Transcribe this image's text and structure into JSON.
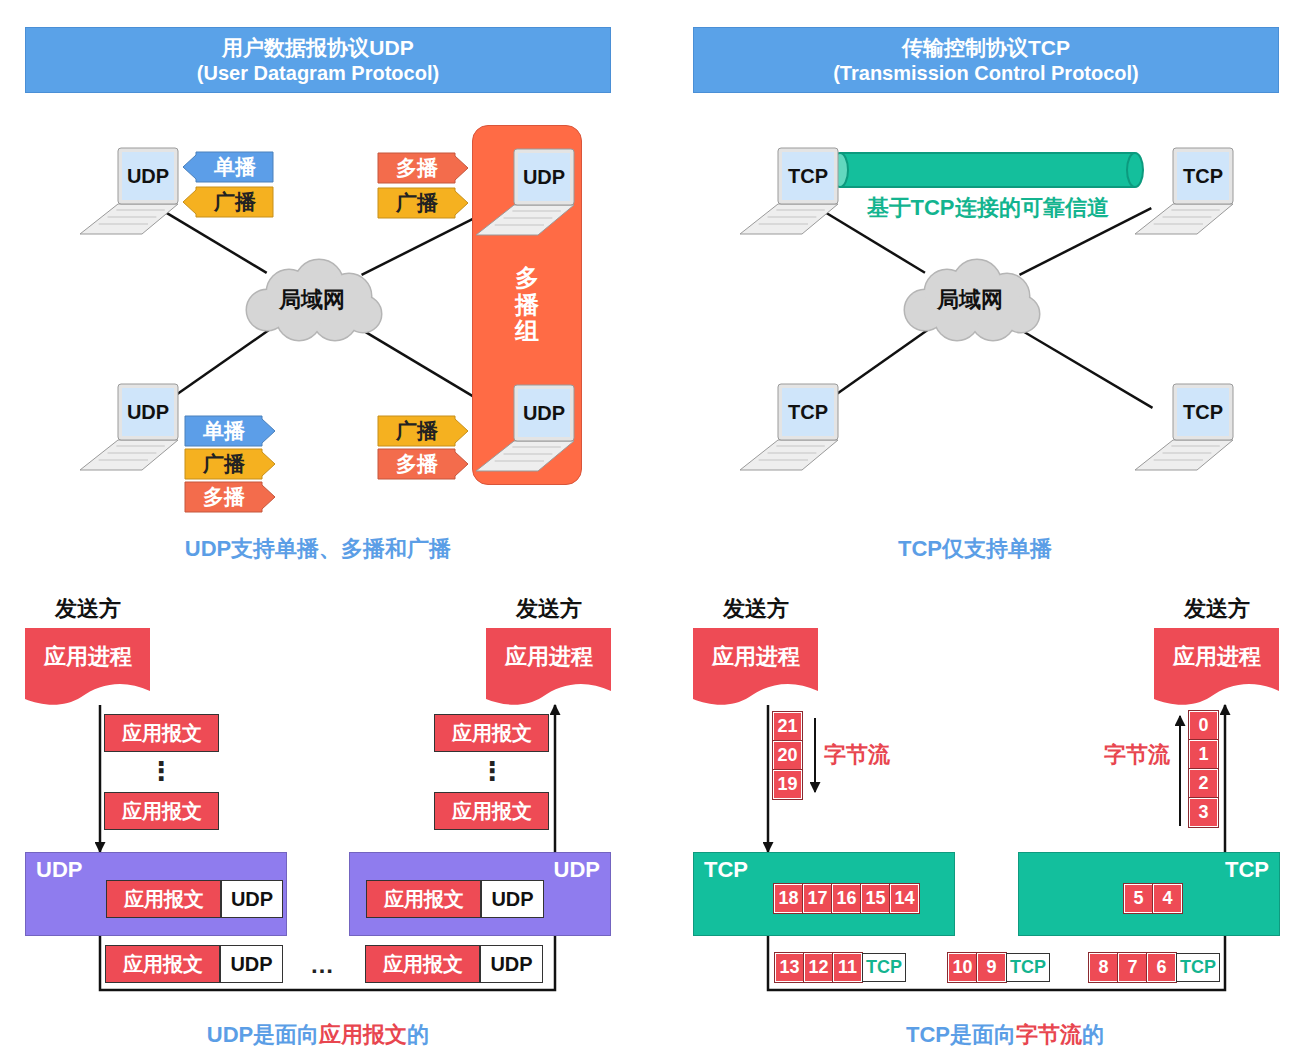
{
  "diagram": {
    "nodes": [
      {
        "text": [
          "用户数据报协议UDP",
          "(User Datagram Protocol)"
        ]
      },
      {
        "text": [
          "UDP"
        ]
      },
      {
        "text": [
          "单播"
        ]
      },
      {
        "text": [
          "广播"
        ]
      },
      {
        "text": [
          "多播"
        ]
      },
      {
        "text": [
          "广播"
        ]
      },
      {
        "text": [
          "多播组"
        ]
      },
      {
        "text": [
          "UDP"
        ],
        "in": 6
      },
      {
        "text": [
          "局域网"
        ]
      },
      {
        "text": [
          "UDP"
        ]
      },
      {
        "text": [
          "单播"
        ]
      },
      {
        "text": [
          "广播"
        ]
      },
      {
        "text": [
          "多播"
        ]
      },
      {
        "text": [
          "广播"
        ]
      },
      {
        "text": [
          "多播"
        ]
      },
      {
        "text": [
          "UDP"
        ],
        "in": 6
      },
      {
        "text": [
          "传输控制协议TCP",
          "(Transmission Control Protocol)"
        ]
      },
      {
        "text": [
          "TCP"
        ]
      },
      {
        "text": [
          "TCP"
        ]
      },
      {
        "text": [
          "局域网"
        ]
      },
      {
        "text": [
          "TCP"
        ]
      },
      {
        "text": [
          "TCP"
        ]
      },
      {
        "text": [
          "发送方",
          "应用进程"
        ]
      },
      {
        "text": [
          "应用报文"
        ]
      },
      {
        "text": [
          "应用报文"
        ]
      },
      {
        "text": [
          "发送方",
          "应用进程"
        ]
      },
      {
        "text": [
          "应用报文"
        ]
      },
      {
        "text": [
          "应用报文"
        ]
      },
      {
        "text": [
          "UDP"
        ]
      },
      {
        "text": [
          "应用报文"
        ],
        "in": 28
      },
      {
        "text": [
          "UDP"
        ],
        "in": 28
      },
      {
        "text": [
          "UDP"
        ]
      },
      {
        "text": [
          "应用报文"
        ],
        "in": 31
      },
      {
        "text": [
          "UDP"
        ],
        "in": 31
      },
      {
        "text": [
          "应用报文"
        ]
      },
      {
        "text": [
          "UDP"
        ]
      },
      {
        "text": [
          "应用报文"
        ]
      },
      {
        "text": [
          "UDP"
        ]
      },
      {
        "text": [
          "发送方",
          "应用进程"
        ]
      },
      {
        "text": [
          "21"
        ]
      },
      {
        "text": [
          "20"
        ]
      },
      {
        "text": [
          "19"
        ]
      },
      {
        "text": [
          "发送方",
          "应用进程"
        ]
      },
      {
        "text": [
          "0"
        ]
      },
      {
        "text": [
          "1"
        ]
      },
      {
        "text": [
          "2"
        ]
      },
      {
        "text": [
          "3"
        ]
      },
      {
        "text": [
          "TCP"
        ]
      },
      {
        "text": [
          "18"
        ],
        "in": 47
      },
      {
        "text": [
          "17"
        ],
        "in": 47
      },
      {
        "text": [
          "16"
        ],
        "in": 47
      },
      {
        "text": [
          "15"
        ],
        "in": 47
      },
      {
        "text": [
          "14"
        ],
        "in": 47
      },
      {
        "text": [
          "TCP"
        ]
      },
      {
        "text": [
          "5"
        ],
        "in": 53
      },
      {
        "text": [
          "4"
        ],
        "in": 53
      },
      {
        "text": [
          "13"
        ]
      },
      {
        "text": [
          "12"
        ]
      },
      {
        "text": [
          "11"
        ]
      },
      {
        "text": [
          "TCP"
        ]
      },
      {
        "text": [
          "10"
        ]
      },
      {
        "text": [
          "9"
        ]
      },
      {
        "text": [
          "TCP"
        ]
      },
      {
        "text": [
          "8"
        ]
      },
      {
        "text": [
          "7"
        ]
      },
      {
        "text": [
          "6"
        ]
      },
      {
        "text": [
          "TCP"
        ]
      }
    ],
    "edges": [
      {
        "from": 1,
        "to": 8,
        "arrow": "none"
      },
      {
        "from": 7,
        "to": 8,
        "arrow": "none"
      },
      {
        "from": 9,
        "to": 8,
        "arrow": "none"
      },
      {
        "from": 15,
        "to": 8,
        "arrow": "none"
      },
      {
        "from": 17,
        "to": 18,
        "label": "基于TCP连接的可靠信道",
        "arrow": "none"
      },
      {
        "from": 17,
        "to": 19,
        "arrow": "none"
      },
      {
        "from": 18,
        "to": 19,
        "arrow": "none"
      },
      {
        "from": 20,
        "to": 19,
        "arrow": "none"
      },
      {
        "from": 21,
        "to": 19,
        "arrow": "none"
      },
      {
        "from": 22,
        "to": 28,
        "arrow": "to"
      },
      {
        "from": 28,
        "to": 31,
        "arrow": "none"
      },
      {
        "from": 31,
        "to": 25,
        "arrow": "to"
      },
      {
        "from": 38,
        "to": 47,
        "arrow": "to"
      },
      {
        "from": 47,
        "to": 53,
        "arrow": "none"
      },
      {
        "from": 53,
        "to": 42,
        "arrow": "to"
      }
    ],
    "labels": [
      "UDP支持单播、多播和广播",
      "TCP仅支持单播",
      "⋮",
      "⋮",
      "…",
      "UDP是面向应用报文的",
      "字节流",
      "字节流",
      "TCP是面向字节流的"
    ]
  }
}
